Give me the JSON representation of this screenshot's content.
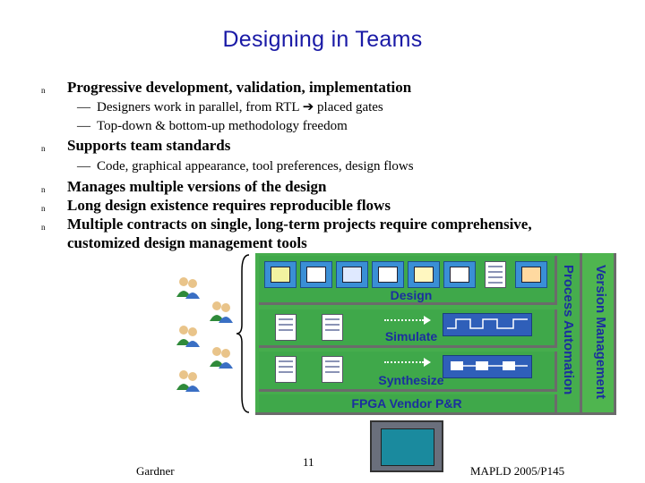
{
  "slide": {
    "title": "Designing in Teams",
    "bullets": [
      {
        "text": "Progressive development, validation, implementation",
        "subs": [
          "Designers work in parallel, from RTL ➔ placed gates",
          "Top-down & bottom-up methodology freedom"
        ]
      },
      {
        "text": "Supports team standards",
        "subs": [
          "Code, graphical appearance, tool preferences, design flows"
        ]
      },
      {
        "text": "Manages multiple versions of the design",
        "subs": []
      },
      {
        "text": "Long design existence requires reproducible flows",
        "subs": []
      },
      {
        "text": "Multiple contracts on single, long-term projects require comprehensive,",
        "subs": []
      }
    ],
    "bullet_last_cont": "customized design management tools",
    "bullet_marker": "n",
    "dash_marker": "—"
  },
  "diagram": {
    "stages": [
      "Design",
      "Simulate",
      "Synthesize",
      "FPGA Vendor P&R"
    ],
    "side_labels": [
      "Process Automation",
      "Version Management"
    ],
    "colors": {
      "panel": "#3fa84a",
      "label": "#1b2f9e",
      "title": "#1a1aa6"
    }
  },
  "footer": {
    "left": "Gardner",
    "page": "11",
    "right": "MAPLD 2005/P145"
  }
}
